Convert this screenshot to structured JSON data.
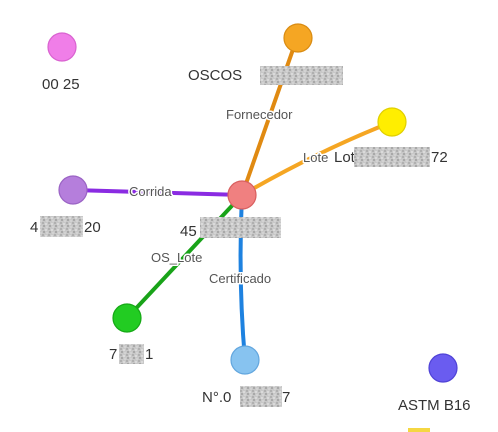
{
  "graph": {
    "nodes": [
      {
        "id": "center",
        "label": "45",
        "color": "#f08080",
        "stroke": "#d95f5f"
      },
      {
        "id": "oscos",
        "label": "OSCOS",
        "color": "#f5a623",
        "stroke": "#d98b12"
      },
      {
        "id": "lote",
        "label": "LoteAL",
        "label_suffix": "72",
        "color": "#ffee00",
        "stroke": "#e0cf00"
      },
      {
        "id": "corrida",
        "label": "4",
        "label_suffix": "20",
        "color": "#b57edc",
        "stroke": "#9a63c4"
      },
      {
        "id": "pink",
        "label": "00 25",
        "color": "#f07ee8",
        "stroke": "#d962d0"
      },
      {
        "id": "green",
        "label": "7",
        "label_suffix": "1",
        "color": "#22cc22",
        "stroke": "#15a815"
      },
      {
        "id": "cert",
        "label": "N°.0",
        "label_suffix": "7",
        "color": "#87c3f0",
        "stroke": "#62a6de"
      },
      {
        "id": "astm",
        "label": "ASTM B16",
        "color": "#6a5cf0",
        "stroke": "#4f42d6"
      }
    ],
    "edges": [
      {
        "from": "center",
        "to": "oscos",
        "label": "Fornecedor",
        "color": "#e08a12"
      },
      {
        "from": "center",
        "to": "lote",
        "label": "Lote",
        "color": "#f5a623"
      },
      {
        "from": "center",
        "to": "corrida",
        "label": "Corrida",
        "color": "#8a2be2"
      },
      {
        "from": "center",
        "to": "green",
        "label": "OS_Lote",
        "color": "#19a319"
      },
      {
        "from": "center",
        "to": "cert",
        "label": "Certificado",
        "color": "#1e82e0"
      }
    ]
  }
}
